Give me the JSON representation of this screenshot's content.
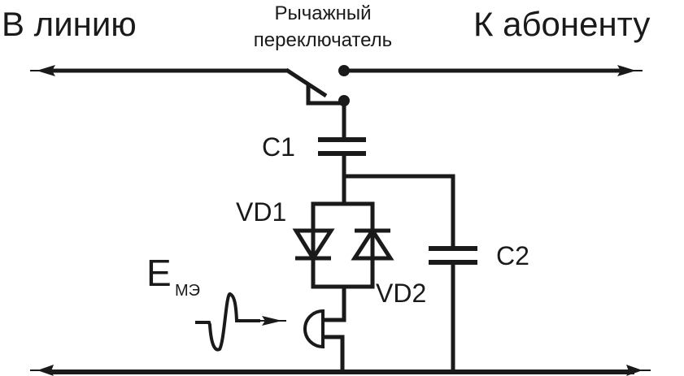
{
  "labels": {
    "to_line": "В линию",
    "switch_line1": "Рычажный",
    "switch_line2": "переключатель",
    "to_subscriber": "К абоненту",
    "c1": "C1",
    "c2": "C2",
    "vd1": "VD1",
    "vd2": "VD2",
    "emf_main": "E",
    "emf_sub": "МЭ"
  },
  "components": [
    {
      "id": "hook-switch",
      "type": "switch"
    },
    {
      "id": "C1",
      "type": "capacitor"
    },
    {
      "id": "C2",
      "type": "capacitor"
    },
    {
      "id": "VD1",
      "type": "diode"
    },
    {
      "id": "VD2",
      "type": "diode"
    },
    {
      "id": "microphone",
      "type": "microphone"
    },
    {
      "id": "signal-source",
      "type": "ac-signal"
    }
  ],
  "colors": {
    "ink": "#1a1a1a",
    "background": "#ffffff"
  }
}
